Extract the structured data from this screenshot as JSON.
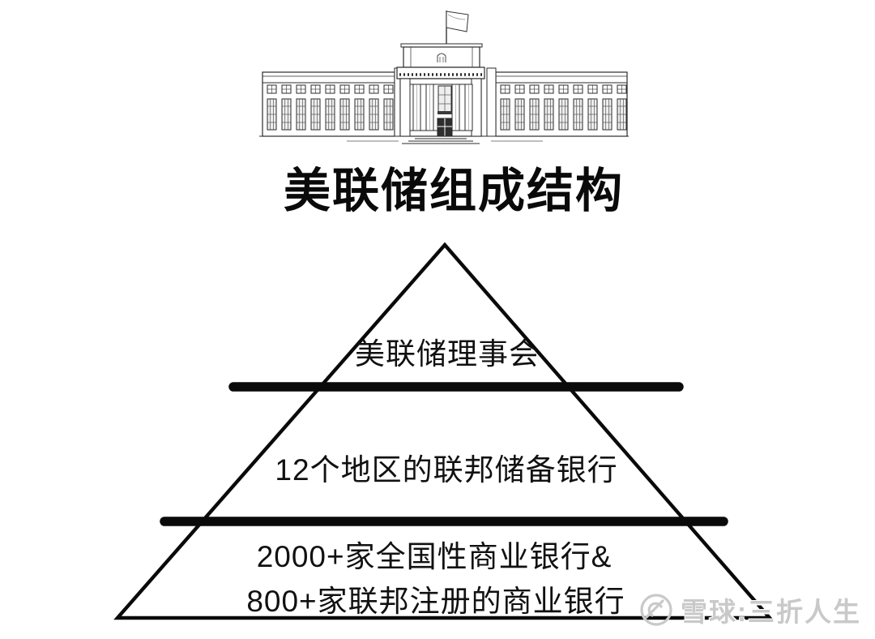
{
  "header": {
    "illustration": "federal-reserve-building",
    "title": "美联储组成结构"
  },
  "pyramid": {
    "tier1": {
      "label": "美联储理事会"
    },
    "tier2": {
      "label": "12个地区的联邦储备银行"
    },
    "tier3": {
      "line1": "2000+家全国性商业银行&",
      "line2": "800+家联邦注册的商业银行"
    }
  },
  "watermark": {
    "logo": "xueqiu-snowball-logo",
    "text": "雪球:三折人生",
    "color": "#c9c9c9"
  },
  "colors": {
    "background": "#ffffff",
    "line": "#000000",
    "text": "#0a0a0a"
  }
}
